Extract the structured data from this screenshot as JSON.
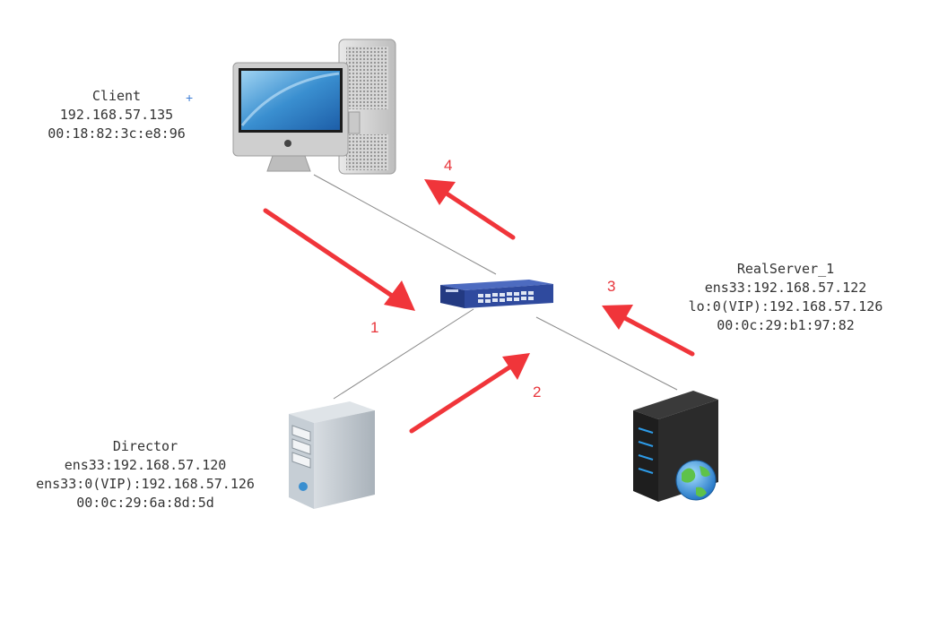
{
  "nodes": {
    "client": {
      "name": "Client",
      "ip": "192.168.57.135",
      "mac": "00:18:82:3c:e8:96"
    },
    "director": {
      "name": "Director",
      "ip": "ens33:192.168.57.120",
      "vip": "ens33:0(VIP):192.168.57.126",
      "mac": "00:0c:29:6a:8d:5d"
    },
    "realserver": {
      "name": "RealServer_1",
      "ip": "ens33:192.168.57.122",
      "vip": "lo:0(VIP):192.168.57.126",
      "mac": "00:0c:29:b1:97:82"
    }
  },
  "steps": [
    "1",
    "2",
    "3",
    "4"
  ],
  "colors": {
    "arrow": "#f0353a",
    "link": "#8a8a8a",
    "switch": "#2f4a9e"
  }
}
